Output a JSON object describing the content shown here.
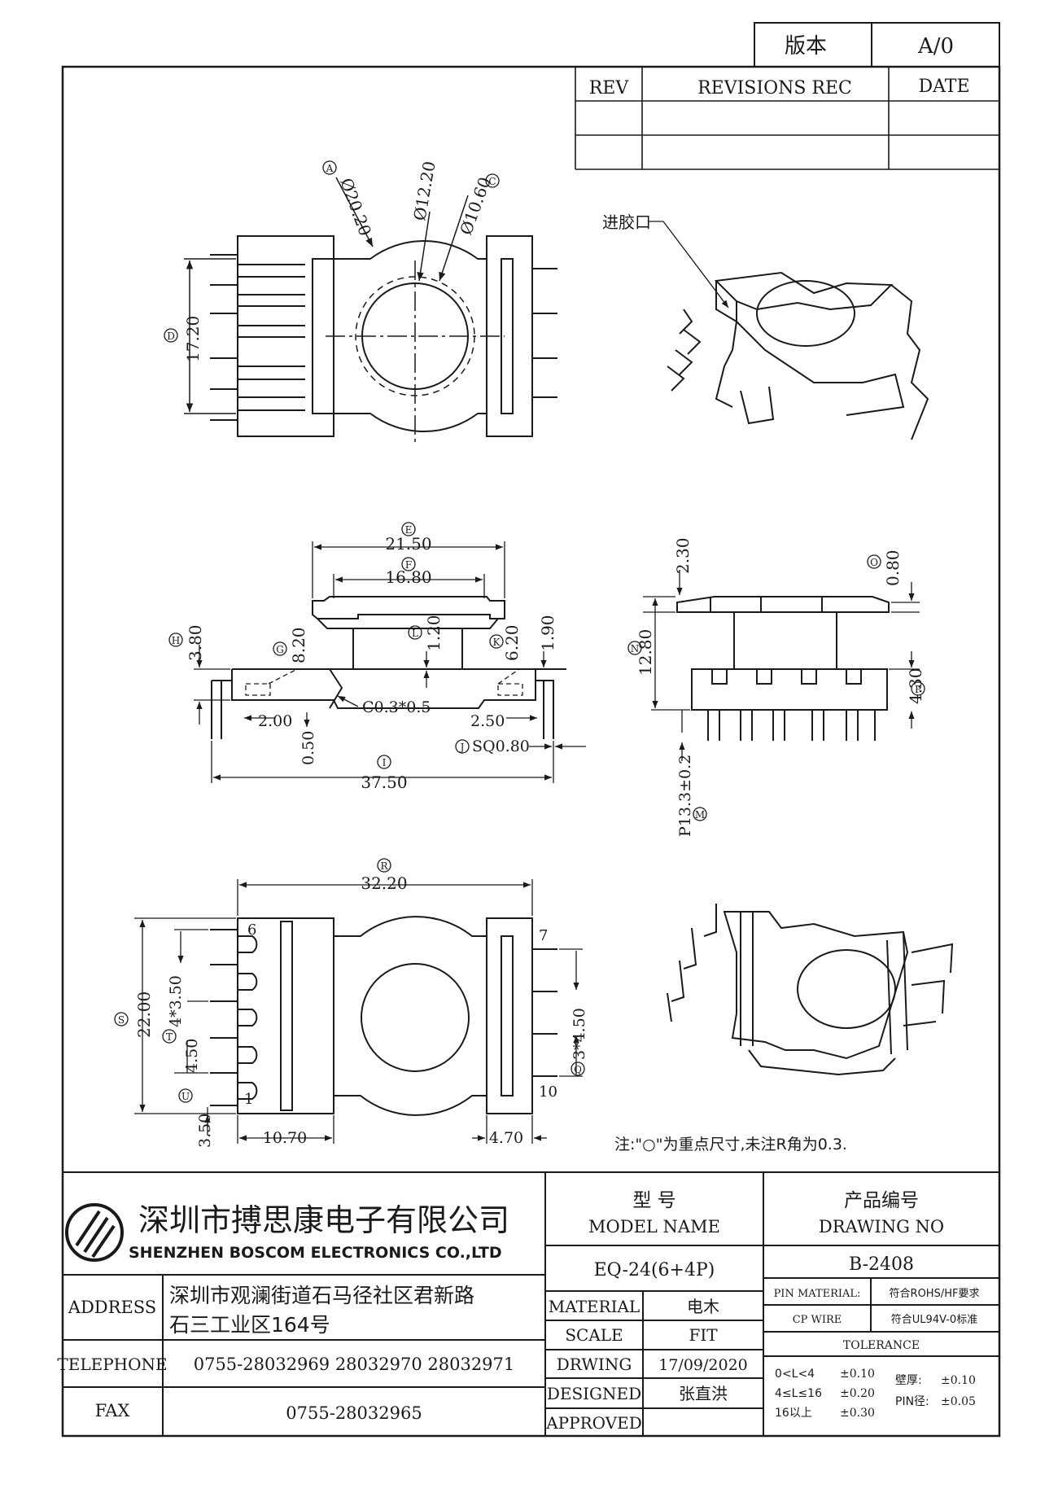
{
  "version_box": {
    "label": "版本",
    "value": "A/0"
  },
  "revisions": {
    "rev_header": "REV",
    "rec_header": "REVISIONS REC",
    "date_header": "DATE"
  },
  "top_view": {
    "dim_a": "Ø20.20",
    "dim_b": "Ø12.20",
    "dim_c": "Ø10.60",
    "dim_d": "17.20",
    "markers": {
      "a": "A",
      "c": "C",
      "d": "D"
    }
  },
  "iso_top": {
    "label": "进胶口"
  },
  "front_view": {
    "dim_e": "21.50",
    "dim_f": "16.80",
    "dim_h": "3.80",
    "dim_g": "8.20",
    "dim_l": "1.20",
    "dim_k": "6.20",
    "dim_k2": "1.90",
    "chamfer": "C0.3*0.5",
    "dim_left": "2.00",
    "dim_right": "2.50",
    "dim_bottom": "0.50",
    "dim_j": "SQ0.80",
    "dim_i": "37.50",
    "markers": {
      "e": "E",
      "f": "F",
      "h": "H",
      "g": "G",
      "l": "L",
      "k": "K",
      "j": "J",
      "i": "I"
    }
  },
  "side_view": {
    "dim_top": "2.30",
    "dim_o": "0.80",
    "dim_n": "12.80",
    "dim_p": "4.30",
    "dim_m": "P13.3±0.2",
    "markers": {
      "o": "O",
      "n": "N",
      "p": "P",
      "m": "M"
    }
  },
  "bottom_view": {
    "dim_r": "32.20",
    "dim_s": "22.00",
    "dim_t": "4*3.50",
    "dim_u": "4.50",
    "dim_u2": "3.50",
    "dim_q": "3*4.50",
    "dim_bl": "10.70",
    "dim_br": "4.70",
    "pins": {
      "p1": "1",
      "p6": "6",
      "p7": "7",
      "p10": "10"
    },
    "markers": {
      "r": "R",
      "s": "S",
      "t": "T",
      "u": "U",
      "q": "Q"
    }
  },
  "note": "注:\"○\"为重点尺寸,未注R角为0.3.",
  "title_block": {
    "company_cn": "深圳市搏思康电子有限公司",
    "company_en": "SHENZHEN BOSCOM ELECTRONICS CO.,LTD",
    "model_cn": "型        号",
    "model_en": "MODEL NAME",
    "drawing_cn": "产品编号",
    "drawing_en": "DRAWING NO",
    "model_value": "EQ-24(6+4P)",
    "drawing_value": "B-2408",
    "address_label": "ADDRESS",
    "address_line1": "深圳市观澜街道石马径社区君新路",
    "address_line2": "石三工业区164号",
    "telephone_label": "TELEPHONE",
    "telephone_value": "0755-28032969  28032970  28032971",
    "fax_label": "FAX",
    "fax_value": "0755-28032965",
    "material_label": "MATERIAL",
    "material_value": "电木",
    "scale_label": "SCALE",
    "scale_value": "FIT",
    "drwing_label": "DRWING",
    "drwing_value": "17/09/2020",
    "designed_label": "DESIGNED",
    "designed_value": "张直洪",
    "approved_label": "APPROVED",
    "approved_value": "",
    "pin_material_label": "PIN MATERIAL:",
    "pin_material_value": "符合ROHS/HF要求",
    "cp_wire_label": "CP WIRE",
    "cp_wire_value": "符合UL94V-0标准",
    "tolerance_label": "TOLERANCE",
    "tol_row1_range": "0<L<4",
    "tol_row1_value": "±0.10",
    "tol_row2_range": "4≤L≤16",
    "tol_row2_value": "±0.20",
    "tol_row3_range": "16以上",
    "tol_row3_value": "±0.30",
    "wall_label": "壁厚:",
    "wall_value": "±0.10",
    "pin_dia_label": "PIN径:",
    "pin_dia_value": "±0.05"
  }
}
